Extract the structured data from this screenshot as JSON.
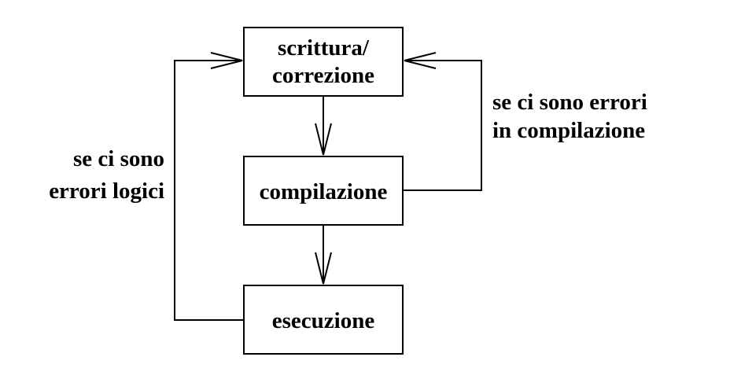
{
  "diagram": {
    "nodes": {
      "writing": {
        "line1": "scrittura/",
        "line2": "correzione"
      },
      "compilation": {
        "label": "compilazione"
      },
      "execution": {
        "label": "esecuzione"
      }
    },
    "edge_labels": {
      "compile_errors": {
        "line1": "se ci sono errori",
        "line2": "in compilazione"
      },
      "logic_errors": {
        "line1": "se ci sono",
        "line2": "errori logici"
      }
    },
    "colors": {
      "stroke": "#000000",
      "background": "#ffffff"
    }
  }
}
